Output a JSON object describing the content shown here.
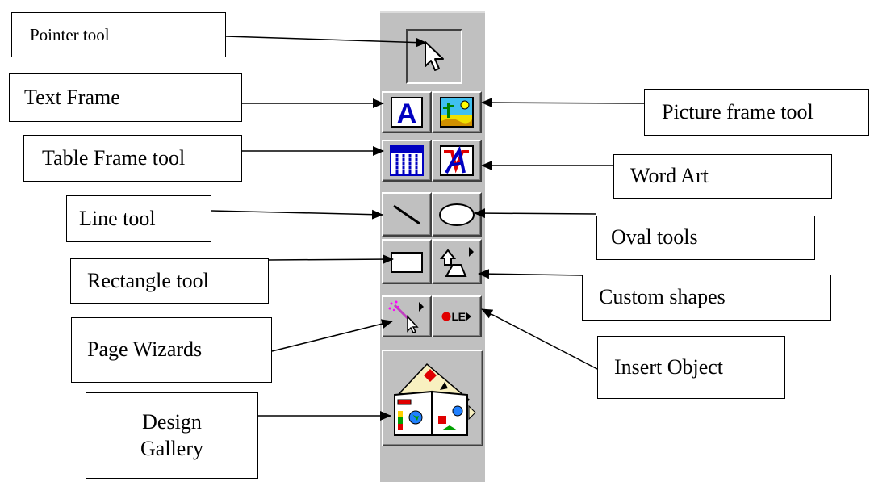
{
  "labels": {
    "pointer": "Pointer tool",
    "text_frame": "Text Frame",
    "picture_frame": "Picture frame tool",
    "table_frame": "Table Frame tool",
    "word_art": "Word Art",
    "line": "Line tool",
    "oval": "Oval tools",
    "rectangle": "Rectangle tool",
    "custom_shapes": "Custom shapes",
    "page_wizards": "Page Wizards",
    "insert_object": "Insert Object",
    "design_gallery_line1": "Design",
    "design_gallery_line2": "Gallery"
  },
  "toolbar": {
    "text_frame_glyph": "A",
    "insert_object_glyph": "LE"
  },
  "colors": {
    "toolbar_bg": "#c0c0c0",
    "text_frame_letter": "#0000c0",
    "word_art_red": "#e00000",
    "object_dot": "#e00000"
  }
}
